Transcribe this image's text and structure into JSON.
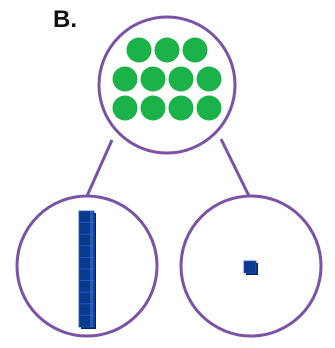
{
  "diagram": {
    "label": "B.",
    "top_circle": {
      "counter_count": 11,
      "counter_color": "#1bb24a",
      "counter_rows": [
        3,
        4,
        4
      ]
    },
    "bottom_left": {
      "item": "ten-rod",
      "unit_count": 10,
      "color": "#0a3a8c"
    },
    "bottom_right": {
      "item": "unit-cube",
      "unit_count": 1,
      "color": "#0a3a8c"
    },
    "outline_color": "#7a52a6"
  }
}
